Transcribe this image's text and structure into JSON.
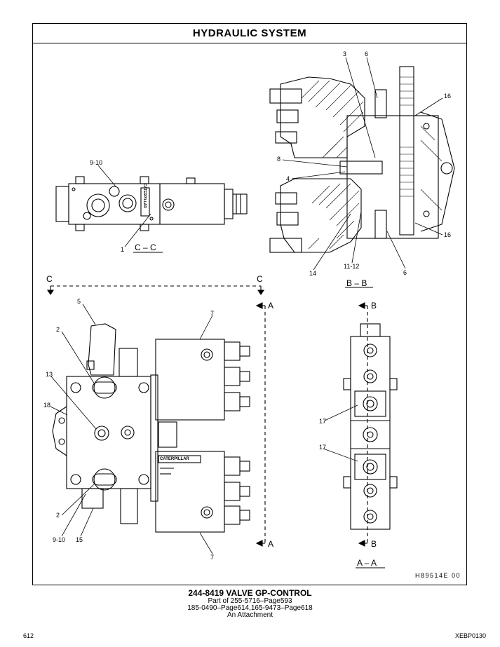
{
  "title": "HYDRAULIC SYSTEM",
  "figure_ref": "H89514E   00",
  "views": {
    "cc": "C – C",
    "bb": "B – B",
    "aa": "A – A"
  },
  "section_letters": {
    "c": "C",
    "a": "A",
    "b": "B"
  },
  "callouts": {
    "n1": "1",
    "n2": "2",
    "n3": "3",
    "n4": "4",
    "n5": "5",
    "n6": "6",
    "n7": "7",
    "n8": "8",
    "n13": "13",
    "n14": "14",
    "n15": "15",
    "n16": "16",
    "n17": "17",
    "n18": "18",
    "n9_10": "9-10",
    "n11_12": "11-12"
  },
  "caption": {
    "title": "244-8419  VALVE  GP-CONTROL",
    "line1": "Part of 255-5716–Page593",
    "line2": "185-0490–Page614,165-9473–Page618",
    "line3": "An Attachment"
  },
  "footer": {
    "page": "612",
    "doc": "XEBP0130"
  },
  "brand_mark": "CATERPILLAR"
}
